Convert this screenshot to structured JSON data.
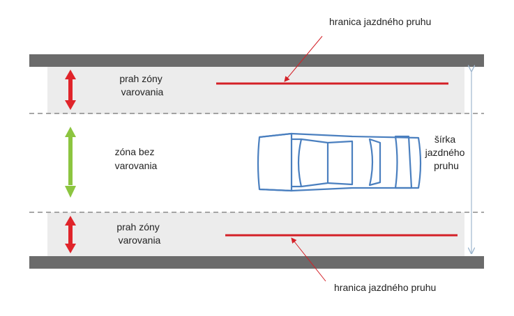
{
  "labels": {
    "lane_boundary_top": "hranica jazdného pruhu",
    "lane_boundary_bottom": "hranica jazdného pruhu",
    "warning_zone_top": [
      "prah zóny",
      "varovania"
    ],
    "no_warning_zone": [
      "zóna bez",
      "varovania"
    ],
    "warning_zone_bottom": [
      "prah zóny",
      "varovania"
    ],
    "lane_width": [
      "šírka",
      "jazdného",
      "pruhu"
    ]
  },
  "colors": {
    "road_edge": "#6b6b6b",
    "zone_band": "#ececec",
    "warning_arrow": "#e0242a",
    "safe_arrow": "#8cc540",
    "boundary_line": "#d42027",
    "car_outline": "#4a7fbf",
    "dashed_line": "#8a8a8a",
    "width_arrow": "#9fb8cf"
  },
  "icons": {
    "car": "car-top-view-icon",
    "warning_arrow": "double-arrow-vertical-icon"
  }
}
